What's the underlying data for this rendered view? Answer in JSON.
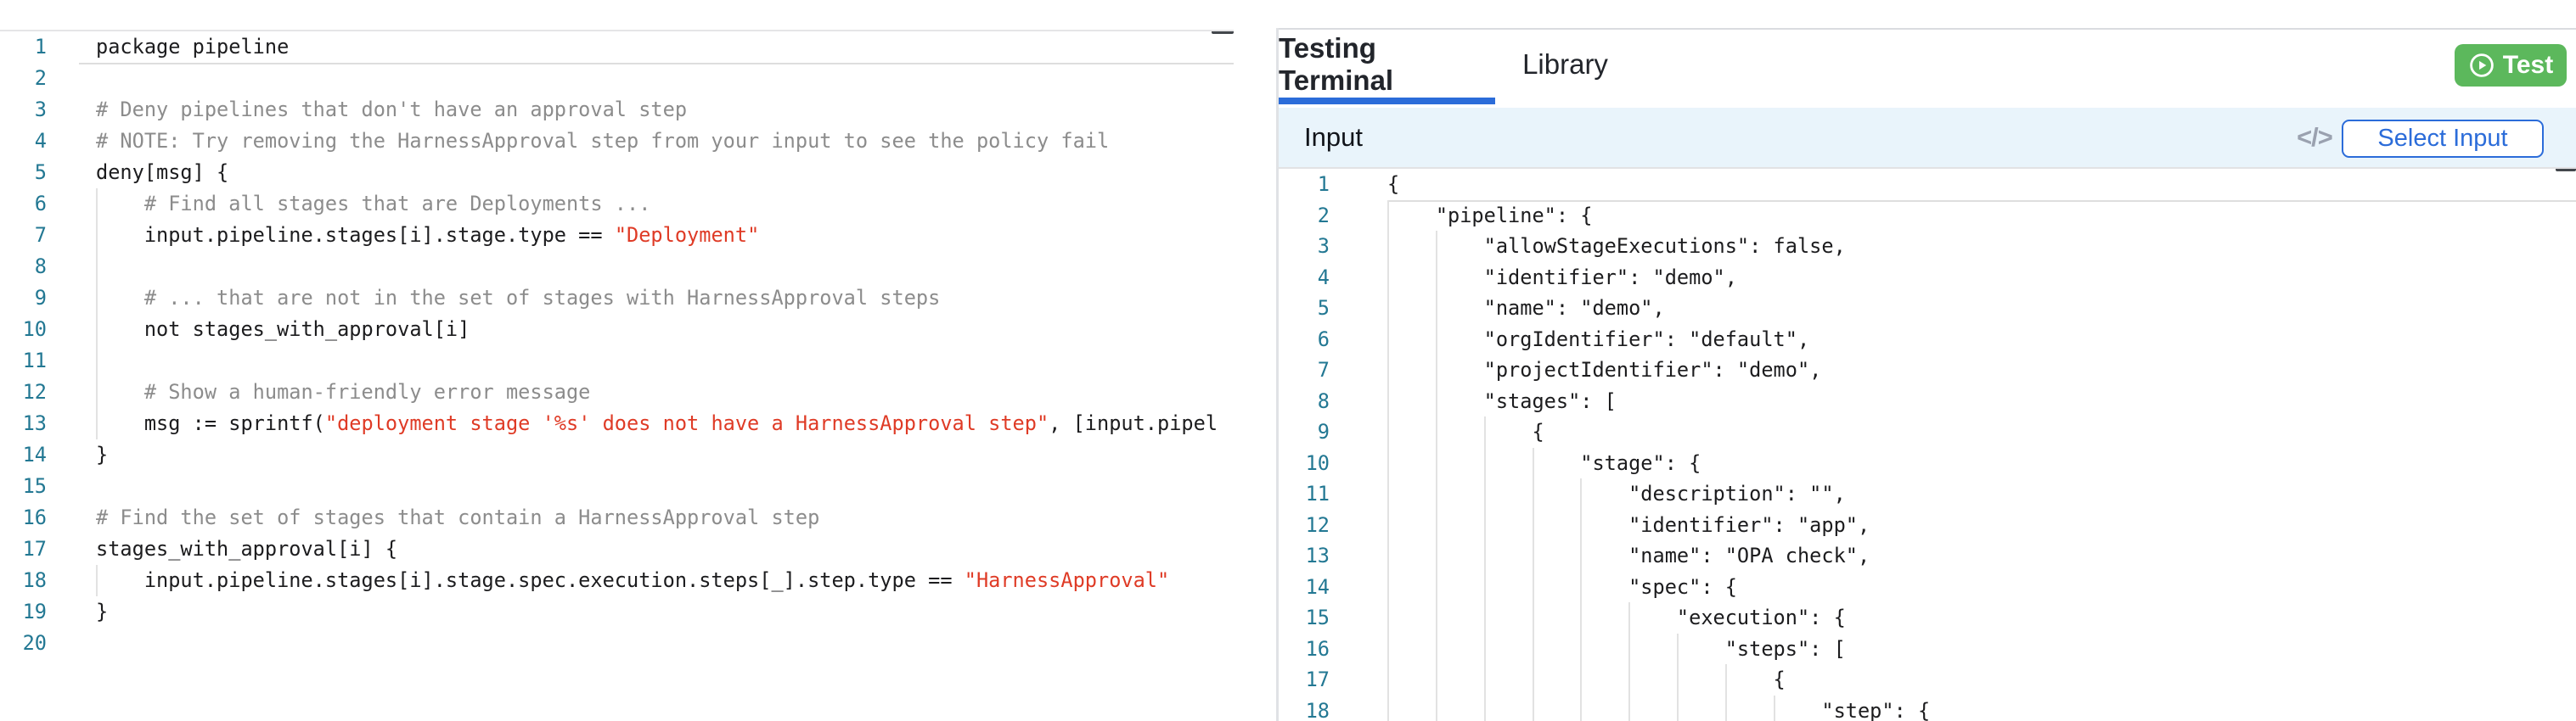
{
  "left_editor": {
    "language": "rego",
    "lines": [
      {
        "n": "1",
        "segs": [
          [
            "code",
            "package pipeline"
          ]
        ]
      },
      {
        "n": "2",
        "segs": []
      },
      {
        "n": "3",
        "segs": [
          [
            "comment",
            "# Deny pipelines that don't have an approval step"
          ]
        ]
      },
      {
        "n": "4",
        "segs": [
          [
            "comment",
            "# NOTE: Try removing the HarnessApproval step from your input to see the policy fail"
          ]
        ]
      },
      {
        "n": "5",
        "segs": [
          [
            "code",
            "deny[msg] {"
          ]
        ]
      },
      {
        "n": "6",
        "segs": [
          [
            "comment",
            "    # Find all stages that are Deployments ..."
          ]
        ]
      },
      {
        "n": "7",
        "segs": [
          [
            "code",
            "    input.pipeline.stages[i].stage.type == "
          ],
          [
            "string",
            "\"Deployment\""
          ]
        ]
      },
      {
        "n": "8",
        "segs": []
      },
      {
        "n": "9",
        "segs": [
          [
            "comment",
            "    # ... that are not in the set of stages with HarnessApproval steps"
          ]
        ]
      },
      {
        "n": "10",
        "segs": [
          [
            "code",
            "    not stages_with_approval[i]"
          ]
        ]
      },
      {
        "n": "11",
        "segs": []
      },
      {
        "n": "12",
        "segs": [
          [
            "comment",
            "    # Show a human-friendly error message"
          ]
        ]
      },
      {
        "n": "13",
        "segs": [
          [
            "code",
            "    msg := sprintf("
          ],
          [
            "string",
            "\"deployment stage '%s' does not have a HarnessApproval step\""
          ],
          [
            "code",
            ", [input.pipel"
          ]
        ]
      },
      {
        "n": "14",
        "segs": [
          [
            "code",
            "}"
          ]
        ]
      },
      {
        "n": "15",
        "segs": []
      },
      {
        "n": "16",
        "segs": [
          [
            "comment",
            "# Find the set of stages that contain a HarnessApproval step"
          ]
        ]
      },
      {
        "n": "17",
        "segs": [
          [
            "code",
            "stages_with_approval[i] {"
          ]
        ]
      },
      {
        "n": "18",
        "segs": [
          [
            "code",
            "    input.pipeline.stages[i].stage.spec.execution.steps[_].step.type == "
          ],
          [
            "string",
            "\"HarnessApproval\""
          ]
        ]
      },
      {
        "n": "19",
        "segs": [
          [
            "code",
            "}"
          ]
        ]
      },
      {
        "n": "20",
        "segs": []
      }
    ],
    "indent_guides": [
      {
        "from": 6,
        "to": 13,
        "level": 0
      },
      {
        "from": 18,
        "to": 18,
        "level": 0
      }
    ]
  },
  "right_panel": {
    "tabs": [
      {
        "label": "Testing Terminal",
        "active": true
      },
      {
        "label": "Library",
        "active": false
      }
    ],
    "test_button_label": "Test",
    "input_header": {
      "title": "Input",
      "code_icon_glyph": "</>",
      "select_button_label": "Select Input"
    },
    "json_editor": {
      "language": "json",
      "lines": [
        {
          "n": "1",
          "segs": [
            [
              "code",
              "{"
            ]
          ]
        },
        {
          "n": "2",
          "segs": [
            [
              "code",
              "    \"pipeline\": {"
            ]
          ]
        },
        {
          "n": "3",
          "segs": [
            [
              "code",
              "        \"allowStageExecutions\": false,"
            ]
          ]
        },
        {
          "n": "4",
          "segs": [
            [
              "code",
              "        \"identifier\": \"demo\","
            ]
          ]
        },
        {
          "n": "5",
          "segs": [
            [
              "code",
              "        \"name\": \"demo\","
            ]
          ]
        },
        {
          "n": "6",
          "segs": [
            [
              "code",
              "        \"orgIdentifier\": \"default\","
            ]
          ]
        },
        {
          "n": "7",
          "segs": [
            [
              "code",
              "        \"projectIdentifier\": \"demo\","
            ]
          ]
        },
        {
          "n": "8",
          "segs": [
            [
              "code",
              "        \"stages\": ["
            ]
          ]
        },
        {
          "n": "9",
          "segs": [
            [
              "code",
              "            {"
            ]
          ]
        },
        {
          "n": "10",
          "segs": [
            [
              "code",
              "                \"stage\": {"
            ]
          ]
        },
        {
          "n": "11",
          "segs": [
            [
              "code",
              "                    \"description\": \"\","
            ]
          ]
        },
        {
          "n": "12",
          "segs": [
            [
              "code",
              "                    \"identifier\": \"app\","
            ]
          ]
        },
        {
          "n": "13",
          "segs": [
            [
              "code",
              "                    \"name\": \"OPA check\","
            ]
          ]
        },
        {
          "n": "14",
          "segs": [
            [
              "code",
              "                    \"spec\": {"
            ]
          ]
        },
        {
          "n": "15",
          "segs": [
            [
              "code",
              "                        \"execution\": {"
            ]
          ]
        },
        {
          "n": "16",
          "segs": [
            [
              "code",
              "                            \"steps\": ["
            ]
          ]
        },
        {
          "n": "17",
          "segs": [
            [
              "code",
              "                                {"
            ]
          ]
        },
        {
          "n": "18",
          "segs": [
            [
              "code",
              "                                    \"step\": {"
            ]
          ]
        }
      ],
      "indent_guides": [
        {
          "from": 2,
          "to": 18,
          "level": 0
        },
        {
          "from": 3,
          "to": 18,
          "level": 1
        },
        {
          "from": 9,
          "to": 18,
          "level": 2
        },
        {
          "from": 10,
          "to": 18,
          "level": 3
        },
        {
          "from": 11,
          "to": 18,
          "level": 4
        },
        {
          "from": 15,
          "to": 18,
          "level": 5
        },
        {
          "from": 16,
          "to": 18,
          "level": 6
        },
        {
          "from": 17,
          "to": 18,
          "level": 7
        },
        {
          "from": 18,
          "to": 18,
          "level": 8
        }
      ]
    }
  },
  "colors": {
    "accent_blue": "#2b6cd9",
    "test_green": "#5cb85c",
    "string_red": "#df3b26",
    "comment_gray": "#8c8c8c",
    "line_number_blue": "#237893",
    "input_bar_bg": "#e9f4fb"
  }
}
